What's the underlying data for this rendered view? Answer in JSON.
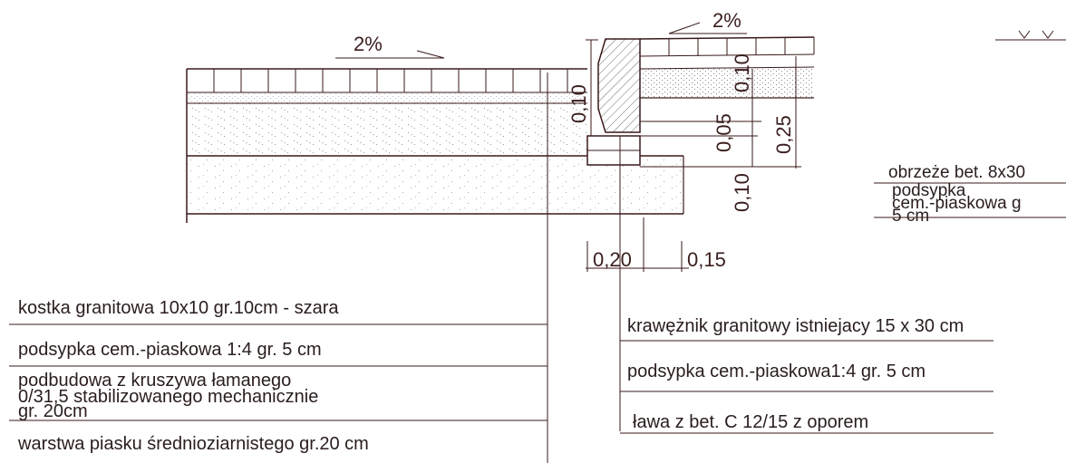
{
  "slopes": {
    "left": "2%",
    "right": "2%"
  },
  "dimensions": {
    "curb_height": "0,10",
    "right_top_layer": "0,10",
    "cushion_thickness": "0,05",
    "curb_total": "0,25",
    "bench_thickness": "0,10",
    "bench_width": "0,20",
    "curb_width": "0,15"
  },
  "left_legend": [
    "kostka granitowa 10x10 gr.10cm  - szara",
    "podsypka cem.-piaskowa 1:4 gr. 5 cm",
    "podbudowa z kruszywa łamanego",
    "0/31,5 stabilizowanego mechanicznie",
    "gr. 20cm",
    "warstwa  piasku średnioziarnistego gr.20 cm"
  ],
  "curb_legend": [
    "krawężnik granitowy istniejacy 15 x 30 cm",
    "podsypka cem.-piaskowa1:4  gr. 5 cm",
    "ława z bet. C 12/15  z oporem"
  ],
  "right_legend": [
    "obrzeże bet. 8x30",
    "podsypka",
    "cem.-piaskowa g",
    "5 cm"
  ],
  "colors": {
    "line": "#3b1a1a",
    "hatch": "#6e6e6e",
    "fill_dots": "#9a9a9a"
  }
}
